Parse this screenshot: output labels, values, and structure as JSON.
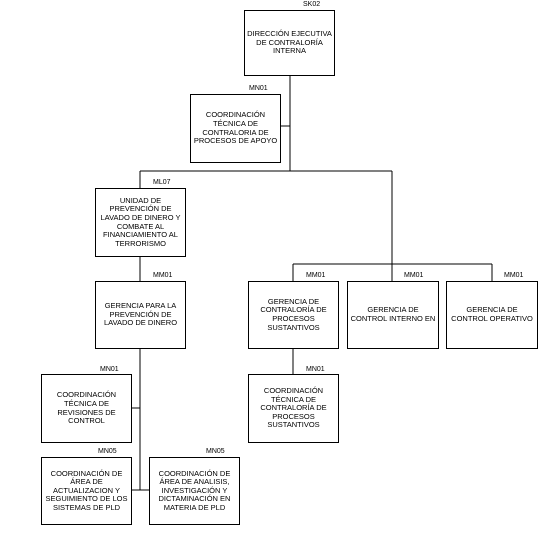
{
  "colors": {
    "border": "#000000",
    "background": "#ffffff",
    "text": "#000000"
  },
  "org_chart": {
    "nodes": [
      {
        "id": "n01",
        "code": "SK02",
        "label": "DIRECCIÓN EJECUTIVA DE CONTRALORÍA INTERNA"
      },
      {
        "id": "n02",
        "code": "MN01",
        "label": "COORDINACIÓN TÉCNICA DE CONTRALORIA DE PROCESOS DE APOYO"
      },
      {
        "id": "n03",
        "code": "ML07",
        "label": "UNIDAD DE PREVENCIÓN DE LAVADO DE DINERO Y COMBATE AL FINANCIAMIENTO AL TERRORISMO"
      },
      {
        "id": "n04",
        "code": "MM01",
        "label": "GERENCIA PARA LA PREVENCIÓN DE LAVADO DE DINERO"
      },
      {
        "id": "n05",
        "code": "MN01",
        "label": "COORDINACIÓN TÉCNICA DE REVISIONES DE CONTROL"
      },
      {
        "id": "n06",
        "code": "MN05",
        "label": "COORDINACIÓN DE ÁREA DE ACTUALIZACION Y SEGUIMIENTO DE LOS SISTEMAS DE PLD"
      },
      {
        "id": "n07",
        "code": "MN05",
        "label": "COORDINACIÓN DE ÁREA DE ANALISIS, INVESTIGACIÓN Y DICTAMINACIÓN EN MATERIA DE PLD"
      },
      {
        "id": "n08",
        "code": "MM01",
        "label": "GERENCIA DE CONTRALORÍA DE PROCESOS SUSTANTIVOS"
      },
      {
        "id": "n09",
        "code": "MN01",
        "label": "COORDINACIÓN TÉCNICA DE CONTRALORÍA DE PROCESOS SUSTANTIVOS"
      },
      {
        "id": "n10",
        "code": "MM01",
        "label": "GERENCIA DE CONTROL INTERNO EN"
      },
      {
        "id": "n11",
        "code": "MM01",
        "label": "GERENCIA DE CONTROL OPERATIVO"
      }
    ],
    "edges": [
      {
        "from": "n01",
        "to": "n02"
      },
      {
        "from": "n01",
        "to": "n03"
      },
      {
        "from": "n01",
        "to": "n08"
      },
      {
        "from": "n01",
        "to": "n10"
      },
      {
        "from": "n01",
        "to": "n11"
      },
      {
        "from": "n03",
        "to": "n04"
      },
      {
        "from": "n04",
        "to": "n05"
      },
      {
        "from": "n04",
        "to": "n06"
      },
      {
        "from": "n04",
        "to": "n07"
      },
      {
        "from": "n08",
        "to": "n09"
      }
    ]
  }
}
